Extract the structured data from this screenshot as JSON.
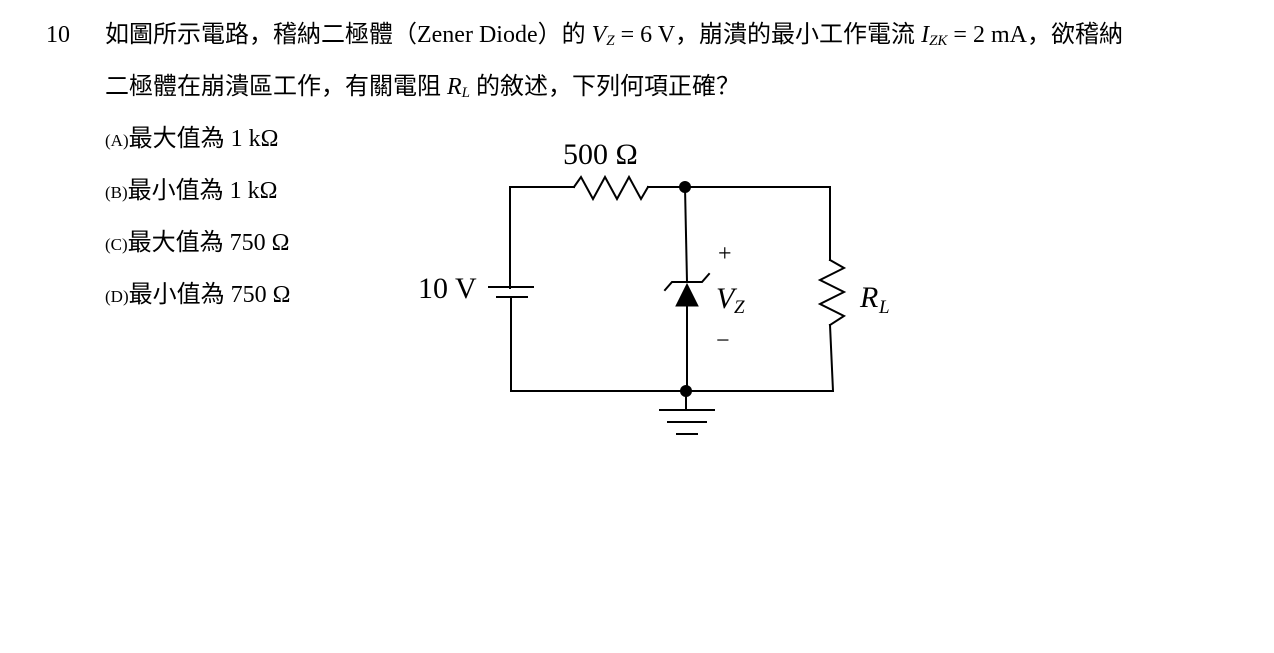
{
  "question": {
    "number": "10",
    "line1": {
      "a": "如圖所示電路，稽納二極體（Zener Diode）的 ",
      "vz_var": "V",
      "vz_sub": "Z",
      "b": " = 6 V，崩潰的最小工作電流 ",
      "izk_var": "I",
      "izk_sub": "ZK",
      "c": " = 2 mA，欲稽納"
    },
    "line2": {
      "a": "二極體在崩潰區工作，有關電阻 ",
      "rl_var": "R",
      "rl_sub": "L",
      "b": " 的敘述，下列何項正確？"
    }
  },
  "options": [
    {
      "label": "(A)",
      "text": "最大值為 1 kΩ"
    },
    {
      "label": "(B)",
      "text": "最小值為 1 kΩ"
    },
    {
      "label": "(C)",
      "text": "最大值為 750 Ω"
    },
    {
      "label": "(D)",
      "text": "最小值為 750 Ω"
    }
  ],
  "circuit": {
    "series_resistor_label": "500 Ω",
    "source_label": "10 V",
    "zener_plus": "+",
    "zener_minus": "−",
    "zener_var": "V",
    "zener_sub": "Z",
    "load_var": "R",
    "load_sub": "L"
  }
}
